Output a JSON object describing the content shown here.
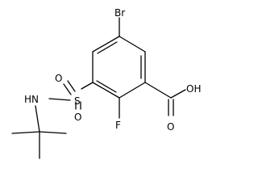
{
  "molecule": {
    "atoms": {
      "bromine": "Br",
      "hydroxyl": "OH",
      "carbonyl_oxygen": "O",
      "sulfonyl_oxygen_top": "O",
      "sulfur": "S",
      "sulfonyl_oxygen_bottom": "O",
      "amine": "HN",
      "fluorine": "F"
    }
  }
}
